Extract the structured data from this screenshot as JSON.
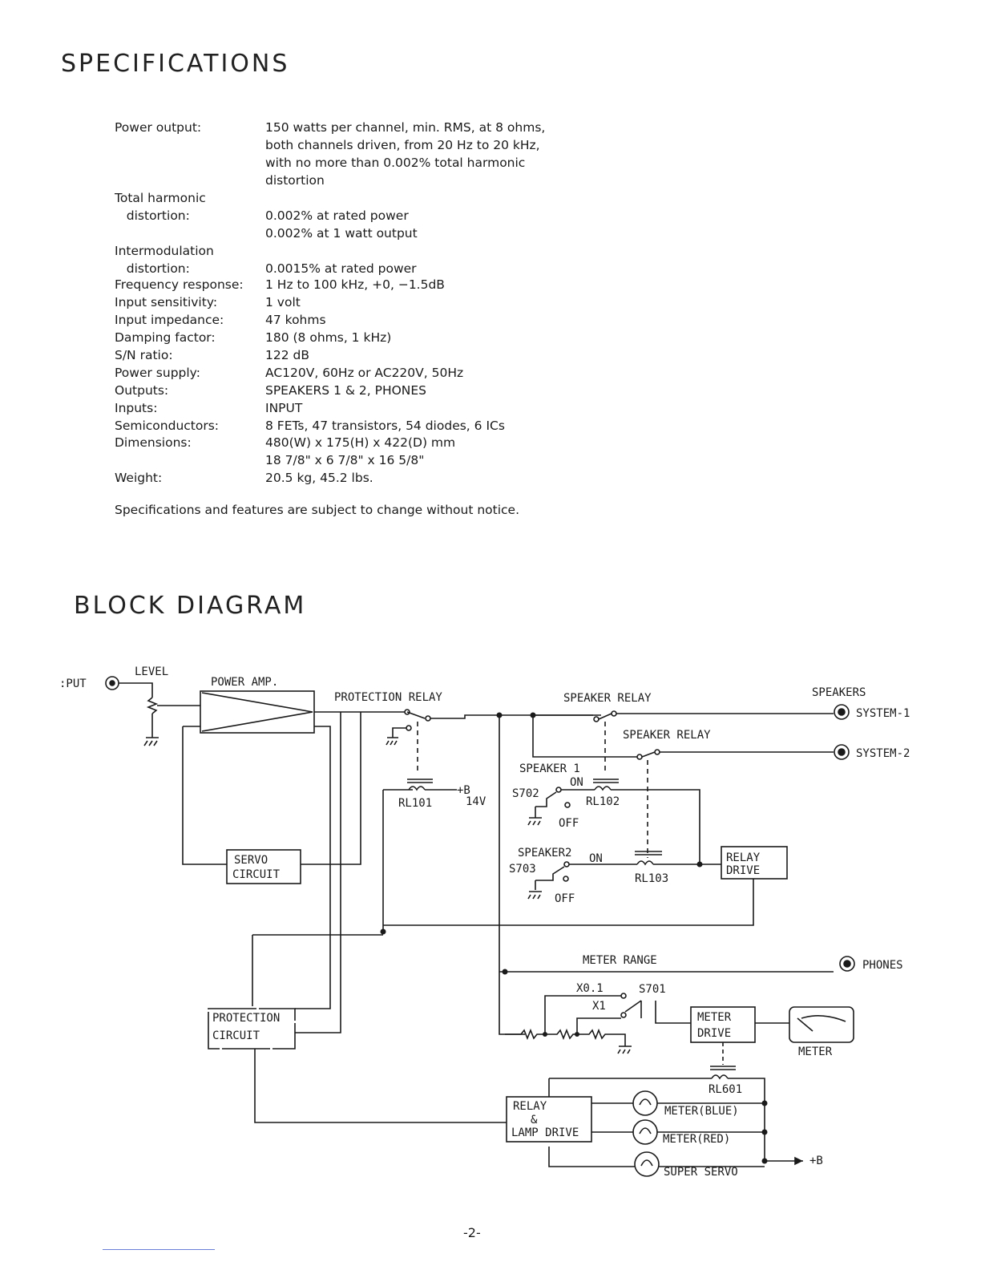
{
  "spec_title": "SPECIFICATIONS",
  "specs": [
    {
      "label": "Power output:",
      "value": "150 watts per channel, min. RMS, at 8 ohms, both channels driven, from 20 Hz to 20 kHz, with no more than 0.002% total harmonic distortion"
    },
    {
      "label": "Total harmonic\n   distortion:",
      "value": "0.002% at rated power\n0.002% at 1 watt output"
    },
    {
      "label": "Intermodulation\n   distortion:",
      "value": "0.0015% at rated power"
    },
    {
      "label": "Frequency response:",
      "value": "1 Hz to 100 kHz, +0, −1.5dB"
    },
    {
      "label": "Input sensitivity:",
      "value": "1 volt"
    },
    {
      "label": "Input impedance:",
      "value": "47 kohms"
    },
    {
      "label": "Damping factor:",
      "value": "180 (8 ohms, 1 kHz)"
    },
    {
      "label": "S/N ratio:",
      "value": "122 dB"
    },
    {
      "label": "Power supply:",
      "value": "AC120V, 60Hz or AC220V, 50Hz"
    },
    {
      "label": "Outputs:",
      "value": "SPEAKERS 1 & 2, PHONES"
    },
    {
      "label": "Inputs:",
      "value": "INPUT"
    },
    {
      "label": "Semiconductors:",
      "value": "8 FETs, 47 transistors, 54 diodes, 6 ICs"
    },
    {
      "label": "Dimensions:",
      "value": "480(W) x 175(H) x 422(D) mm\n18 7/8\" x 6 7/8\" x 16 5/8\""
    },
    {
      "label": "Weight:",
      "value": "20.5 kg, 45.2 lbs."
    }
  ],
  "note": "Specifications and features are subject to change without notice.",
  "block_title": "BLOCK DIAGRAM",
  "diagram": {
    "input": ":PUT",
    "level": "LEVEL",
    "power_amp": "POWER AMP.",
    "protection_relay": "PROTECTION RELAY",
    "speaker_relay": "SPEAKER RELAY",
    "speakers": "SPEAKERS",
    "system1": "SYSTEM-1",
    "system2": "SYSTEM-2",
    "speaker1": "SPEAKER 1",
    "speaker2": "SPEAKER2",
    "on": "ON",
    "off": "OFF",
    "s702": "S702",
    "s703": "S703",
    "rl101": "RL101",
    "rl102": "RL102",
    "rl103": "RL103",
    "plus_b": "+B",
    "v14": "14V",
    "servo1": "SERVO",
    "servo2": "CIRCUIT",
    "relay_drive1": "RELAY",
    "relay_drive2": "DRIVE",
    "meter_range": "METER RANGE",
    "phones": "PHONES",
    "x01": "X0.1",
    "x1": "X1",
    "s701": "S701",
    "meter_drive1": "METER",
    "meter_drive2": "DRIVE",
    "meter": "METER",
    "prot1": "PROTECTION",
    "prot2": "CIRCUIT",
    "rl601": "RL601",
    "rld1": "RELAY",
    "rld2": "&",
    "rld3": "LAMP DRIVE",
    "meter_blue": "METER(BLUE)",
    "meter_red": "METER(RED)",
    "super_servo": "SUPER SERVO",
    "plus_b2": "+B"
  },
  "page_number": "-2-"
}
